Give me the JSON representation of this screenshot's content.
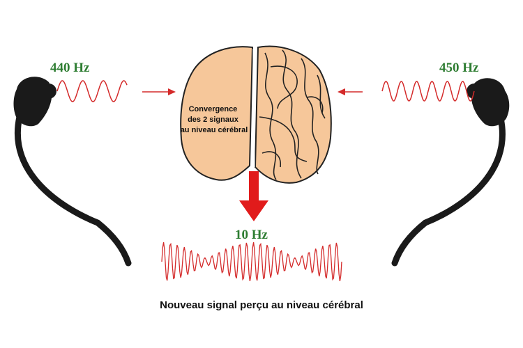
{
  "left_tone": {
    "frequency": "440 Hz"
  },
  "right_tone": {
    "frequency": "450 Hz"
  },
  "brain": {
    "label_lines": [
      "Convergence",
      "des 2 signaux",
      "au niveau cérébral"
    ]
  },
  "beat": {
    "frequency": "10 Hz"
  },
  "caption": "Nouveau signal perçu au niveau cérébral",
  "colors": {
    "tone_label": "#2e7d32",
    "wave": "#d42a2a",
    "arrow": "#e11b1b",
    "brain_fill": "#f6c79a",
    "headphone": "#1a1a1a"
  }
}
